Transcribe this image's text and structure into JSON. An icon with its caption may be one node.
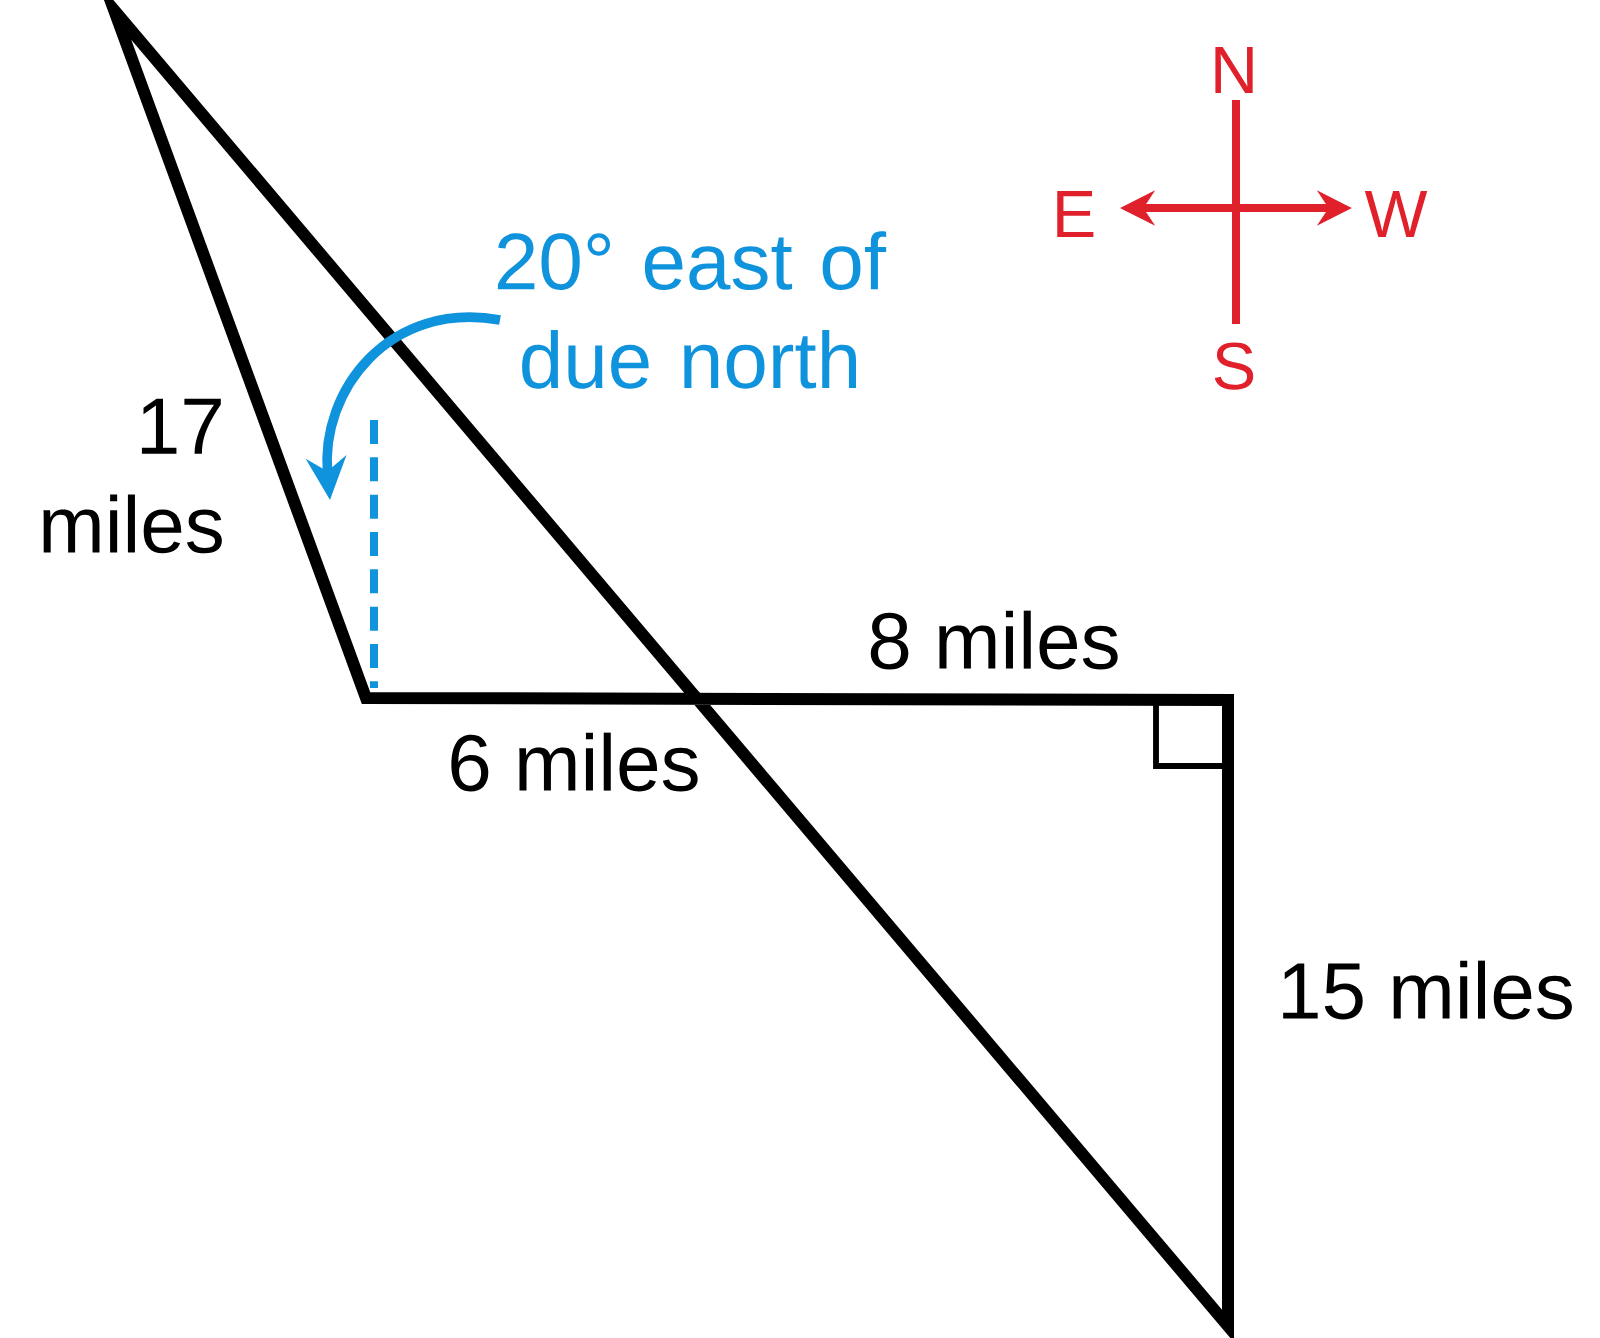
{
  "diagram": {
    "labels": [
      "20° east of due north",
      "N",
      "E",
      "W",
      "S",
      "17 miles",
      "8 miles",
      "6 miles",
      "15 miles"
    ]
  }
}
